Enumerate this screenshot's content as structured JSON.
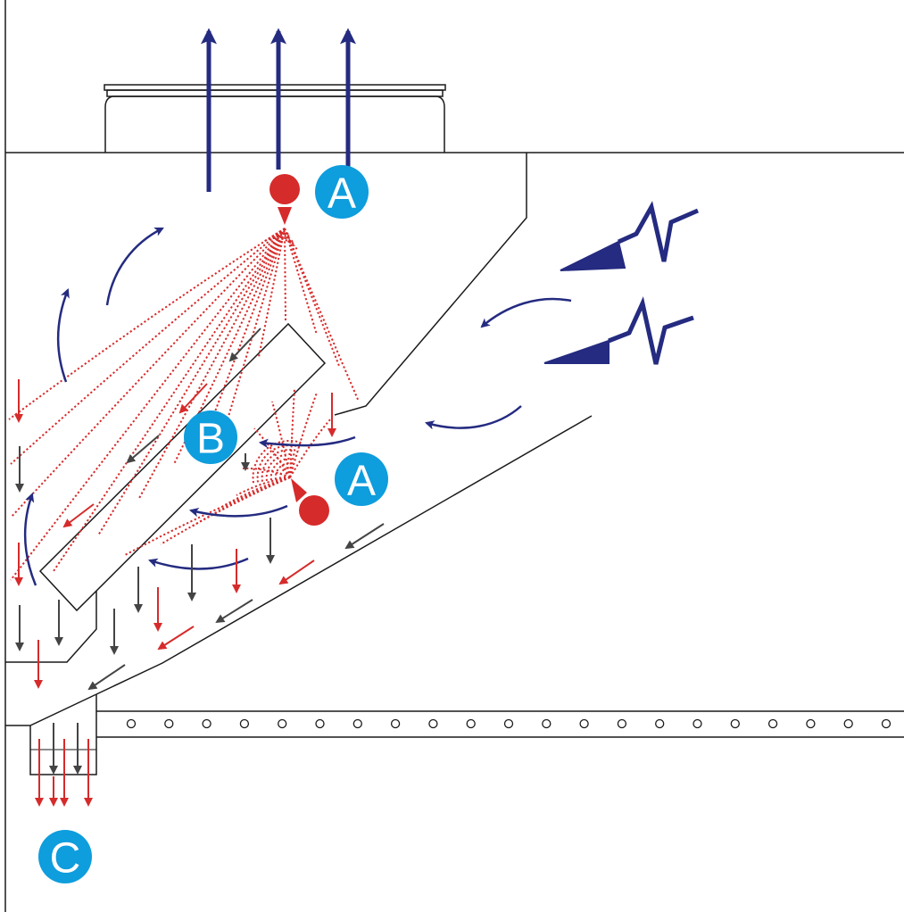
{
  "colors": {
    "outline": "#1a1a1a",
    "airflow_blue": "#242b80",
    "spray_red": "#d62b2b",
    "particle_gray": "#444444",
    "badge_blue": "#0e9ddd",
    "background": "#ffffff"
  },
  "labels": {
    "nozzle_top": "A",
    "nozzle_lower": "A",
    "baffle": "B",
    "outlet": "C"
  },
  "icons": [
    "nozzle-icon",
    "airflow-arrow-icon",
    "lightning-arrow-icon",
    "droplet-arrow-icon",
    "particle-arrow-icon"
  ]
}
